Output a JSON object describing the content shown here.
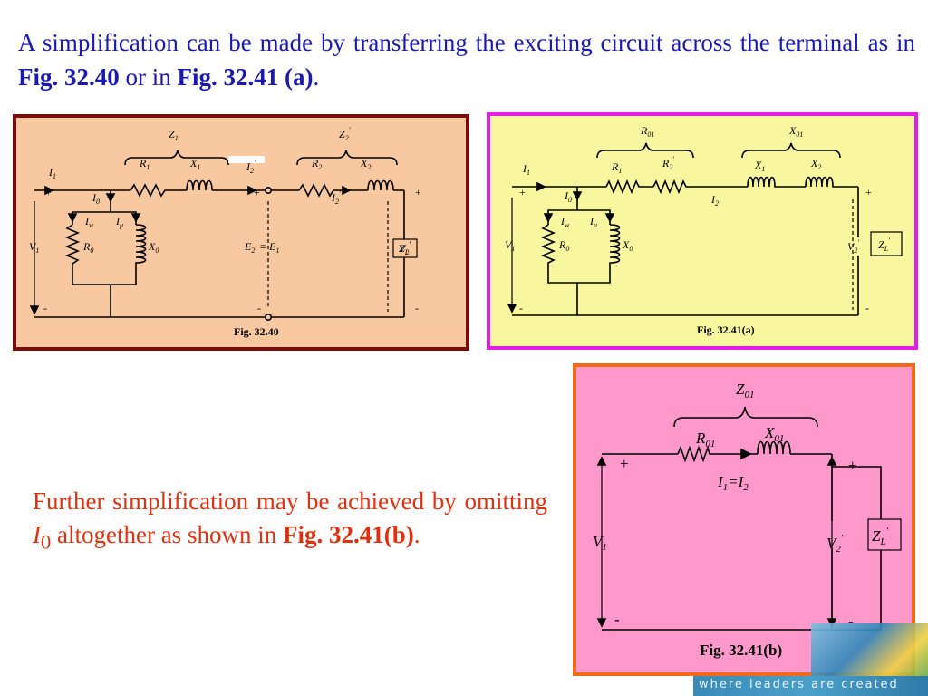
{
  "intro": {
    "text1": "A simplification can be made by transferring the exciting circuit across the terminal as in ",
    "ref1": "Fig. 32.40",
    "text2": " or in ",
    "ref2": "Fig. 32.41 (a)",
    "text3": "."
  },
  "further": {
    "text1": "Further simplification may be achieved by omitting ",
    "sym": "I",
    "sub": "0",
    "text2": " altogether as shown in ",
    "ref": "Fig. 32.41(b)",
    "text3": "."
  },
  "footer_tagline": "where leaders are created",
  "colors": {
    "intro_text": "#1a1ab0",
    "further_text": "#e03010",
    "fig_3240_bg": "#f8c9a0",
    "fig_3240_border": "#7a0c0c",
    "fig_3241a_bg": "#f8f7a0",
    "fig_3241a_border": "#e41fe4",
    "fig_3241b_bg": "#ff99cc",
    "fig_3241b_border": "#f06a1a"
  },
  "fig_3240": {
    "caption": "Fig. 32.40",
    "z1": "Z",
    "z1_sub": "1",
    "z2": "Z",
    "z2_sub": "2",
    "z2_sup": "'",
    "r1": "R",
    "r1_sub": "1",
    "x1": "X",
    "x1_sub": "1",
    "r2": "R",
    "r2_sub": "2",
    "x2": "X",
    "x2_sub": "2",
    "i1": "I",
    "i1_sub": "1",
    "i2": "I",
    "i2_sub": "2",
    "i2_sup": "'",
    "i0": "I",
    "i0_sub": "0",
    "iw": "I",
    "iw_sub": "w",
    "imu": "I",
    "imu_sub": "μ",
    "r0": "R",
    "r0_sub": "0",
    "x0": "X",
    "x0_sub": "0",
    "v1": "V",
    "v1_sub": "1",
    "v2": "V",
    "v2_sub": "2",
    "v2_sup": "'",
    "e": "E",
    "e_sub": "2",
    "e_sup": "'",
    "eq": " = ",
    "e1": "E",
    "e1_sub": "1",
    "zl": "Z",
    "zl_sub": "L",
    "zl_sup": "'",
    "plus": "+",
    "minus": "-"
  },
  "fig_3241a": {
    "caption": "Fig. 32.41(a)",
    "r01": "R",
    "r01_sub": "01",
    "x01": "X",
    "x01_sub": "01",
    "r1": "R",
    "r1_sub": "1",
    "r2": "R",
    "r2_sub": "2",
    "r2_sup": "'",
    "x1": "X",
    "x1_sub": "1",
    "x2": "X",
    "x2_sub": "2",
    "i1": "I",
    "i1_sub": "1",
    "i2": "I",
    "i2_sub": "2",
    "i0": "I",
    "i0_sub": "0",
    "iw": "I",
    "iw_sub": "w",
    "imu": "I",
    "imu_sub": "μ",
    "r0": "R",
    "r0_sub": "0",
    "x0": "X",
    "x0_sub": "0",
    "v1": "V",
    "v1_sub": "1",
    "v2": "V",
    "v2_sub": "2",
    "v2_sup": "'",
    "zl": "Z",
    "zl_sub": "L",
    "zl_sup": "'",
    "plus": "+",
    "minus": "-"
  },
  "fig_3241b": {
    "caption": "Fig. 32.41(b)",
    "z01": "Z",
    "z01_sub": "01",
    "r01": "R",
    "r01_sub": "01",
    "x01": "X",
    "x01_sub": "01",
    "cur_a": "I",
    "cur_a_sub": "1",
    "cur_eq": "=",
    "cur_b": "I",
    "cur_b_sub": "2",
    "v1": "V",
    "v1_sub": "1",
    "v2": "V",
    "v2_sub": "2",
    "v2_sup": "'",
    "zl": "Z",
    "zl_sub": "L",
    "zl_sup": "'",
    "plus": "+",
    "minus": "-"
  }
}
